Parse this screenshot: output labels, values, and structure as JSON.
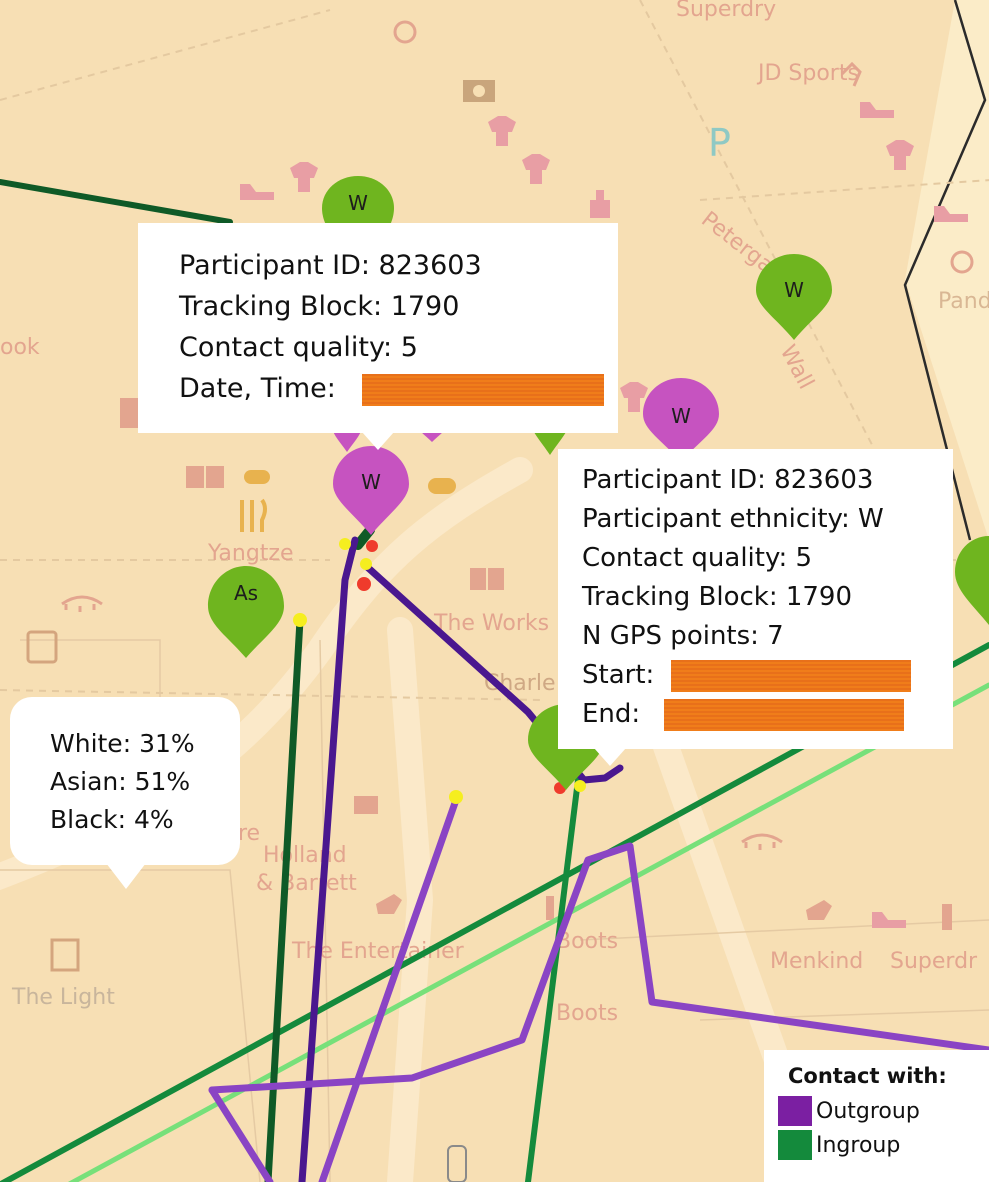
{
  "colors": {
    "map_background": "#f7dfb4",
    "outgroup": "#7b1fa2",
    "ingroup": "#148a3c",
    "marker_white": "#c653c0",
    "marker_green": "#6fb51f",
    "redaction": "#f07d1a"
  },
  "map_labels": {
    "superdry_top": "Superdry",
    "jd_sports": "JD Sports",
    "parking": "P",
    "petergate": "Petergate",
    "wall": "Wall",
    "pando": "Pando",
    "ook": "ook",
    "yangtze": "Yangtze",
    "the_works": "The Works",
    "charles": "Charle",
    "holland": "Holland",
    "barrett": "& Barrett",
    "the_entertainer": "The Entertainer",
    "boots_1": "Boots",
    "boots_2": "Boots",
    "menkind": "Menkind",
    "superdry_bottom": "Superdr",
    "the_light": "The Light",
    "re": "re"
  },
  "markers": [
    {
      "id": "m1",
      "label": "W",
      "color": "green"
    },
    {
      "id": "m2",
      "label": "W",
      "color": "green"
    },
    {
      "id": "m3",
      "label": "W",
      "color": "purple"
    },
    {
      "id": "m4",
      "label": "W",
      "color": "purple"
    },
    {
      "id": "m5",
      "label": "As",
      "color": "green"
    }
  ],
  "popup_contact": {
    "participant_id": "Participant ID: 823603",
    "tracking_block": "Tracking Block: 1790",
    "contact_quality": "Contact quality: 5",
    "date_time": "Date, Time:"
  },
  "popup_track": {
    "participant_id": "Participant ID: 823603",
    "ethnicity": "Participant ethnicity: W",
    "contact_quality": "Contact quality: 5",
    "tracking_block": "Tracking Block: 1790",
    "gps_points": "N GPS points: 7",
    "start": "Start:",
    "end": "End:"
  },
  "popup_area": {
    "white": "White: 31%",
    "asian": "Asian: 51%",
    "black": "Black: 4%"
  },
  "legend": {
    "title": "Contact with:",
    "items": [
      {
        "label": "Outgroup",
        "color": "#7b1fa2"
      },
      {
        "label": "Ingroup",
        "color": "#148a3c"
      }
    ]
  }
}
